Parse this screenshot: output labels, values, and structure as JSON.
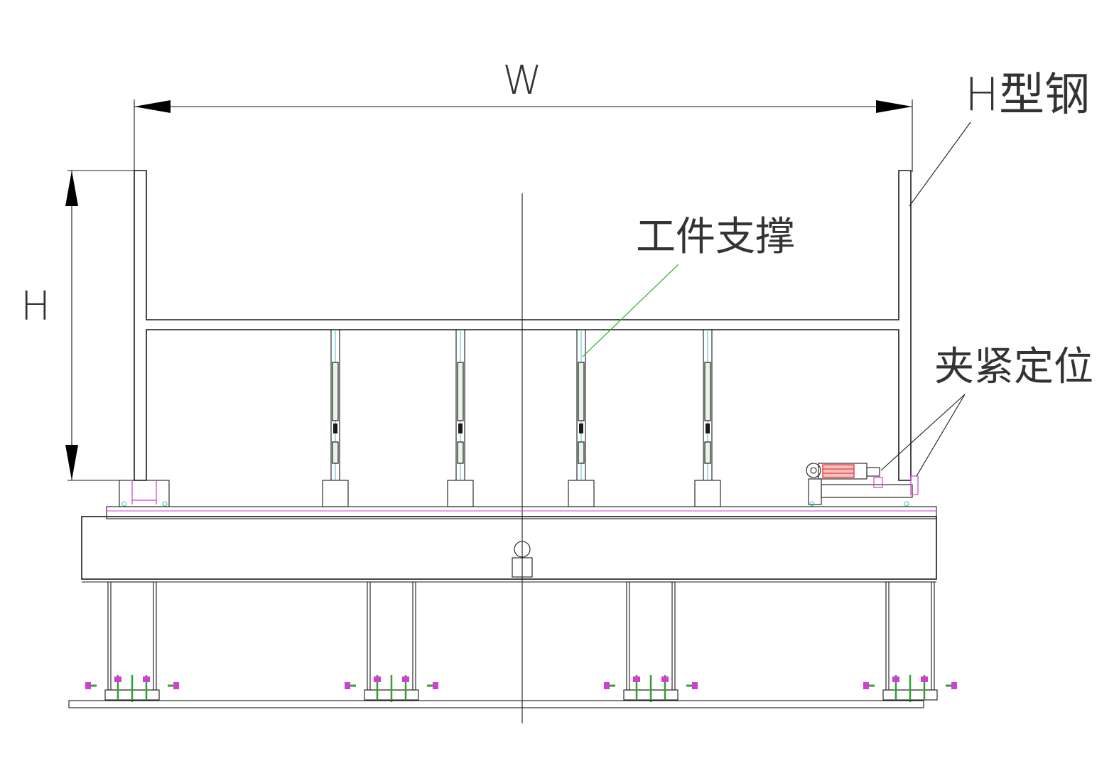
{
  "labels": {
    "width_dim": "W",
    "height_dim": "H",
    "h_beam": "H型钢",
    "workpiece_support": "工件支撑",
    "clamp_locating": "夹紧定位"
  },
  "colors": {
    "line": "#1a1a1a",
    "leader_green": "#22b222",
    "magenta": "#d040d0",
    "cyan": "#40c0d0",
    "clamp_red": "#e02020",
    "bolt_green": "#30a030"
  }
}
